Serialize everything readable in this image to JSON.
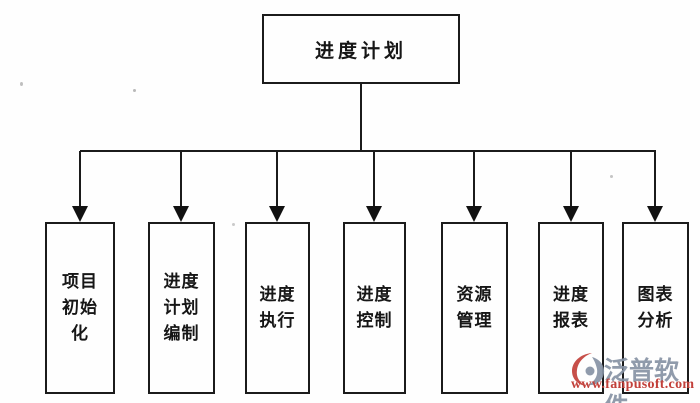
{
  "diagram": {
    "root": {
      "label": "进度计划"
    },
    "children": [
      {
        "label": "项目\n初始\n化"
      },
      {
        "label": "进度\n计划\n编制"
      },
      {
        "label": "进度\n执行"
      },
      {
        "label": "进度\n控制"
      },
      {
        "label": "资源\n管理"
      },
      {
        "label": "进度\n报表"
      },
      {
        "label": "图表\n分析"
      }
    ]
  },
  "watermark": {
    "brand": "泛普软件",
    "url": "www.fanpusoft.com",
    "brand_color": "#8793a5",
    "url_color": "#c2403a",
    "logo_icon": "fanpu-logo-icon"
  },
  "colors": {
    "line": "#1b1b1b",
    "background": "#fefefe"
  }
}
